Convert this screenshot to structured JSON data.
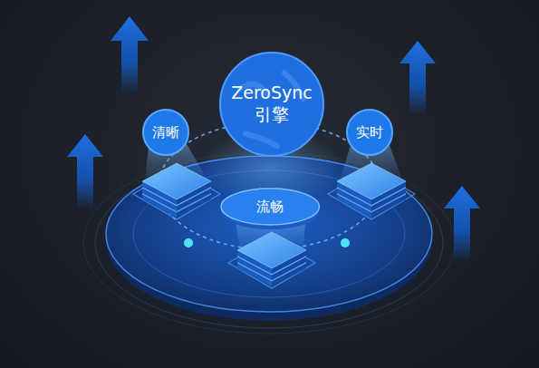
{
  "diagram": {
    "nodes": [
      {
        "text": [
          "ZeroSync 引擎"
        ]
      },
      {
        "text": [
          "清晰"
        ]
      },
      {
        "text": [
          "实时"
        ]
      },
      {
        "text": [
          "流畅"
        ]
      }
    ]
  }
}
